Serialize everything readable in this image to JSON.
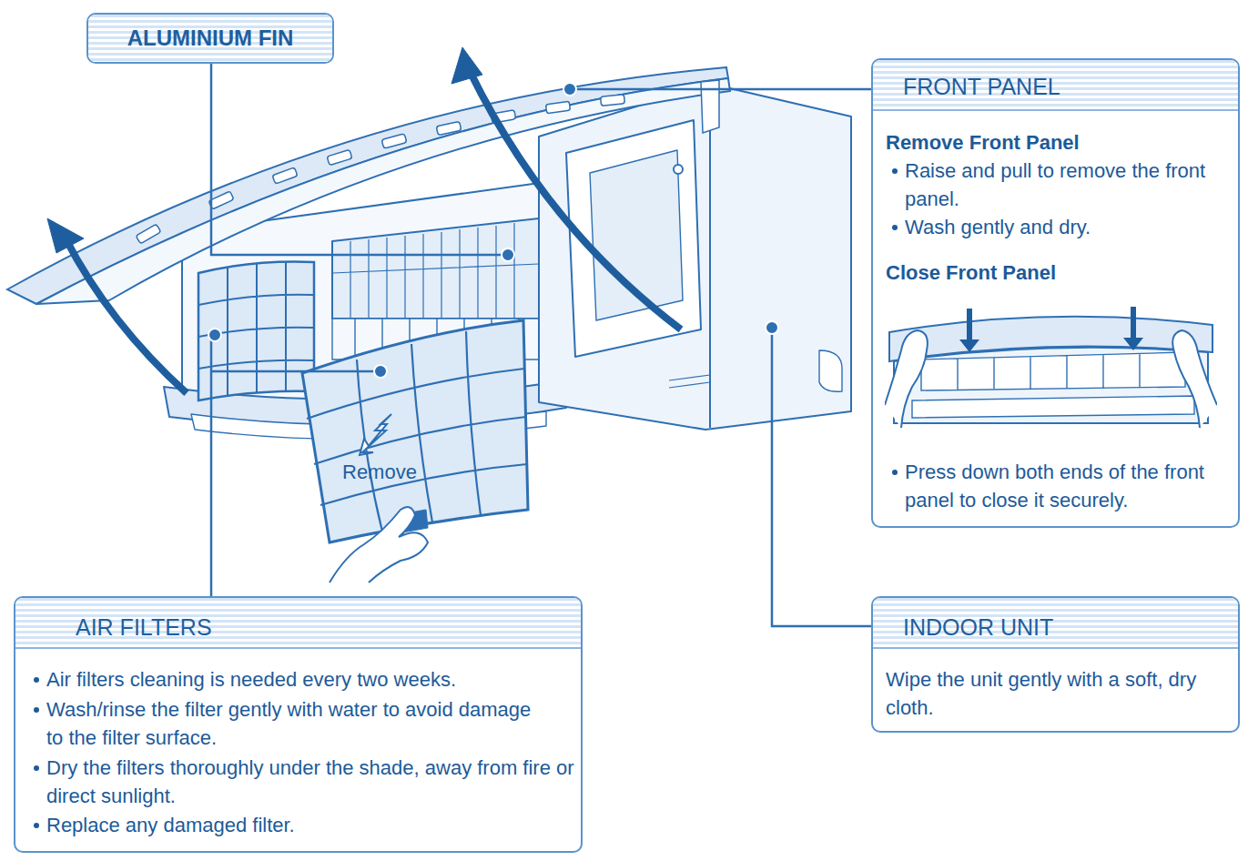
{
  "diagram": {
    "nodes": [
      {
        "text": [
          "ALUMINIUM FIN"
        ]
      },
      {
        "text": [
          "FRONT PANEL",
          "Remove Front Panel",
          "Raise and pull to remove the front panel.",
          "Wash gently and dry.",
          "Close Front Panel",
          "Press down both ends of the front panel to close it securely."
        ]
      },
      {
        "text": [
          "AIR FILTERS",
          "Air filters cleaning is needed every two weeks.",
          "Wash/rinse the filter gently with water to avoid damage to the filter surface.",
          "Dry the filters thoroughly under the shade, away from fire or direct sunlight.",
          "Replace any damaged filter."
        ]
      },
      {
        "text": [
          "INDOOR UNIT",
          "Wipe the unit gently with a soft, dry cloth."
        ]
      }
    ],
    "labels": [
      "Remove"
    ]
  }
}
